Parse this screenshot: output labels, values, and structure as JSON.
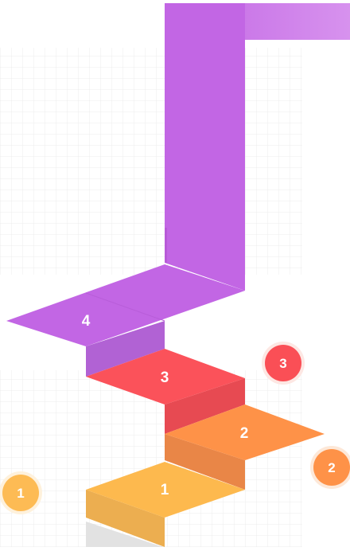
{
  "colors": {
    "step1": "#fdb94e",
    "step2": "#fe9248",
    "step3": "#fb525a",
    "step4": "#c266e4",
    "badge1": "#fdbb54",
    "badge2": "#fe9248",
    "badge3": "#fa4f56"
  },
  "steps": [
    {
      "label": "1"
    },
    {
      "label": "2"
    },
    {
      "label": "3"
    },
    {
      "label": "4"
    }
  ],
  "badges": [
    {
      "label": "1"
    },
    {
      "label": "2"
    },
    {
      "label": "3"
    }
  ]
}
